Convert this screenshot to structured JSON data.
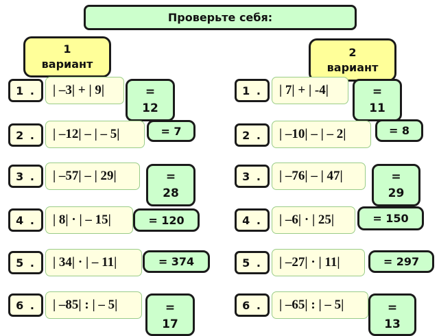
{
  "header": {
    "title": "Проверьте себя:"
  },
  "variants": [
    {
      "number": "1",
      "label": "вариант",
      "items": [
        {
          "index": "1 .",
          "expression": "| –3| + | 9|",
          "answer_eq": "=",
          "answer_val": "12"
        },
        {
          "index": "2 .",
          "expression": "| –12| – | – 5|",
          "answer": "= 7"
        },
        {
          "index": "3 .",
          "expression": "| –57| – | 29|",
          "answer_eq": "=",
          "answer_val": "28"
        },
        {
          "index": "4 .",
          "expression": "| 8| · | – 15|",
          "answer": "= 120"
        },
        {
          "index": "5 .",
          "expression": "| 34| · | – 11|",
          "answer": "= 374"
        },
        {
          "index": "6 .",
          "expression": "| –85| : | – 5|",
          "answer_eq": "=",
          "answer_val": "17"
        }
      ]
    },
    {
      "number": "2",
      "label": "вариант",
      "items": [
        {
          "index": "1 .",
          "expression": "| 7| + | -4|",
          "answer_eq": "=",
          "answer_val": "11"
        },
        {
          "index": "2 .",
          "expression": "| –10| – | – 2|",
          "answer": "= 8"
        },
        {
          "index": "3 .",
          "expression": "| –76| – | 47|",
          "answer_eq": "=",
          "answer_val": "29"
        },
        {
          "index": "4 .",
          "expression": "| –6| · | 25|",
          "answer": "= 150"
        },
        {
          "index": "5 .",
          "expression": "| –27| · | 11|",
          "answer": "= 297"
        },
        {
          "index": "6 .",
          "expression": "| –65| : | – 5|",
          "answer_eq": "=",
          "answer_val": "13"
        }
      ]
    }
  ],
  "colors": {
    "title_bg": "#ccffcc",
    "variant_bg": "#ffff99",
    "box_bg": "#ffffe0",
    "answer_bg": "#ccffcc",
    "border": "#1a1a1a",
    "expr_border": "#99cc88"
  }
}
